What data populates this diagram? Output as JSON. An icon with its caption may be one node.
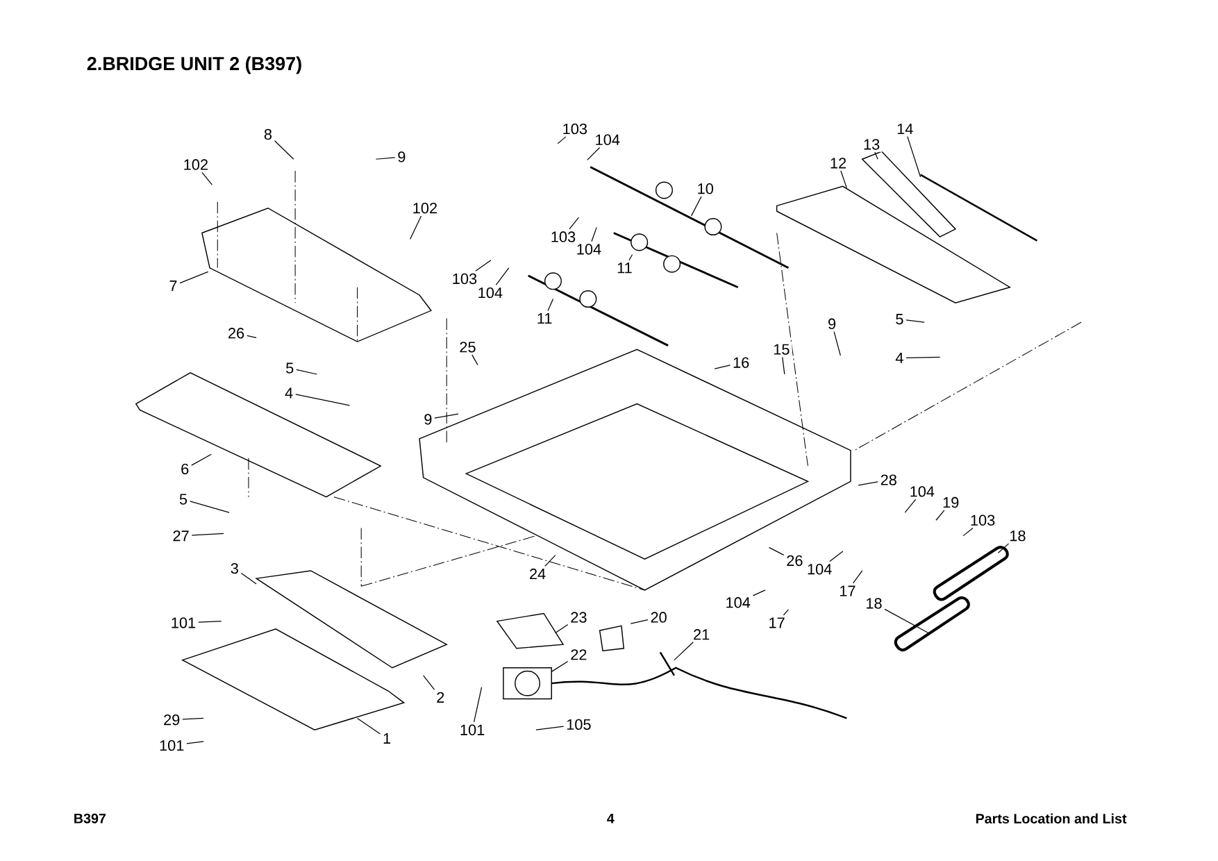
{
  "diagram": {
    "title": "2.BRIDGE UNIT 2 (B397)",
    "nodes": [
      {
        "text": [
          "8"
        ]
      },
      {
        "text": [
          "9"
        ]
      },
      {
        "text": [
          "102"
        ]
      },
      {
        "text": [
          "102"
        ]
      },
      {
        "text": [
          "7"
        ]
      },
      {
        "text": [
          "26"
        ]
      },
      {
        "text": [
          "5"
        ]
      },
      {
        "text": [
          "4"
        ]
      },
      {
        "text": [
          "6"
        ]
      },
      {
        "text": [
          "5"
        ]
      },
      {
        "text": [
          "27"
        ]
      },
      {
        "text": [
          "3"
        ]
      },
      {
        "text": [
          "101"
        ]
      },
      {
        "text": [
          "29"
        ]
      },
      {
        "text": [
          "101"
        ]
      },
      {
        "text": [
          "1"
        ]
      },
      {
        "text": [
          "2"
        ]
      },
      {
        "text": [
          "103"
        ]
      },
      {
        "text": [
          "104"
        ]
      },
      {
        "text": [
          "10"
        ]
      },
      {
        "text": [
          "103"
        ]
      },
      {
        "text": [
          "104"
        ]
      },
      {
        "text": [
          "11"
        ]
      },
      {
        "text": [
          "103"
        ]
      },
      {
        "text": [
          "104"
        ]
      },
      {
        "text": [
          "11"
        ]
      },
      {
        "text": [
          "25"
        ]
      },
      {
        "text": [
          "9"
        ]
      },
      {
        "text": [
          "16"
        ]
      },
      {
        "text": [
          "15"
        ]
      },
      {
        "text": [
          "9"
        ]
      },
      {
        "text": [
          "12"
        ]
      },
      {
        "text": [
          "13"
        ]
      },
      {
        "text": [
          "14"
        ]
      },
      {
        "text": [
          "5"
        ]
      },
      {
        "text": [
          "4"
        ]
      },
      {
        "text": [
          "28"
        ]
      },
      {
        "text": [
          "104"
        ]
      },
      {
        "text": [
          "19"
        ]
      },
      {
        "text": [
          "103"
        ]
      },
      {
        "text": [
          "18"
        ]
      },
      {
        "text": [
          "26"
        ]
      },
      {
        "text": [
          "104"
        ]
      },
      {
        "text": [
          "17"
        ]
      },
      {
        "text": [
          "18"
        ]
      },
      {
        "text": [
          "104"
        ]
      },
      {
        "text": [
          "17"
        ]
      },
      {
        "text": [
          "24"
        ]
      },
      {
        "text": [
          "23"
        ]
      },
      {
        "text": [
          "20"
        ]
      },
      {
        "text": [
          "21"
        ]
      },
      {
        "text": [
          "22"
        ]
      },
      {
        "text": [
          "101"
        ]
      },
      {
        "text": [
          "105"
        ]
      }
    ],
    "edges": [
      {
        "from": 0,
        "to": null,
        "arrow": "none"
      },
      {
        "from": 1,
        "to": null,
        "arrow": "none"
      },
      {
        "from": 2,
        "to": null,
        "arrow": "none"
      },
      {
        "from": 3,
        "to": null,
        "arrow": "none"
      },
      {
        "from": 4,
        "to": null,
        "arrow": "none"
      },
      {
        "from": 5,
        "to": null,
        "arrow": "none"
      },
      {
        "from": 6,
        "to": null,
        "arrow": "none"
      },
      {
        "from": 7,
        "to": null,
        "arrow": "none"
      },
      {
        "from": 8,
        "to": null,
        "arrow": "none"
      },
      {
        "from": 9,
        "to": null,
        "arrow": "none"
      },
      {
        "from": 10,
        "to": null,
        "arrow": "none"
      },
      {
        "from": 11,
        "to": null,
        "arrow": "none"
      },
      {
        "from": 12,
        "to": null,
        "arrow": "none"
      },
      {
        "from": 13,
        "to": null,
        "arrow": "none"
      },
      {
        "from": 14,
        "to": null,
        "arrow": "none"
      },
      {
        "from": 15,
        "to": null,
        "arrow": "none"
      },
      {
        "from": 16,
        "to": null,
        "arrow": "none"
      },
      {
        "from": 17,
        "to": null,
        "arrow": "none"
      },
      {
        "from": 18,
        "to": null,
        "arrow": "none"
      },
      {
        "from": 19,
        "to": null,
        "arrow": "none"
      },
      {
        "from": 20,
        "to": null,
        "arrow": "none"
      },
      {
        "from": 21,
        "to": null,
        "arrow": "none"
      },
      {
        "from": 22,
        "to": null,
        "arrow": "none"
      },
      {
        "from": 23,
        "to": null,
        "arrow": "none"
      },
      {
        "from": 24,
        "to": null,
        "arrow": "none"
      },
      {
        "from": 25,
        "to": null,
        "arrow": "none"
      },
      {
        "from": 26,
        "to": null,
        "arrow": "none"
      },
      {
        "from": 27,
        "to": null,
        "arrow": "none"
      },
      {
        "from": 28,
        "to": null,
        "arrow": "none"
      },
      {
        "from": 29,
        "to": null,
        "arrow": "none"
      },
      {
        "from": 30,
        "to": null,
        "arrow": "none"
      },
      {
        "from": 31,
        "to": null,
        "arrow": "none"
      },
      {
        "from": 32,
        "to": null,
        "arrow": "none"
      },
      {
        "from": 33,
        "to": null,
        "arrow": "none"
      },
      {
        "from": 34,
        "to": null,
        "arrow": "none"
      },
      {
        "from": 35,
        "to": null,
        "arrow": "none"
      },
      {
        "from": 36,
        "to": null,
        "arrow": "none"
      },
      {
        "from": 37,
        "to": null,
        "arrow": "none"
      },
      {
        "from": 38,
        "to": null,
        "arrow": "none"
      },
      {
        "from": 39,
        "to": null,
        "arrow": "none"
      },
      {
        "from": 40,
        "to": null,
        "arrow": "none"
      },
      {
        "from": 41,
        "to": null,
        "arrow": "none"
      },
      {
        "from": 42,
        "to": null,
        "arrow": "none"
      },
      {
        "from": 43,
        "to": null,
        "arrow": "none"
      },
      {
        "from": 44,
        "to": null,
        "arrow": "none"
      },
      {
        "from": 45,
        "to": null,
        "arrow": "none"
      },
      {
        "from": 46,
        "to": null,
        "arrow": "none"
      },
      {
        "from": 47,
        "to": null,
        "arrow": "none"
      },
      {
        "from": 48,
        "to": null,
        "arrow": "none"
      },
      {
        "from": 49,
        "to": null,
        "arrow": "none"
      },
      {
        "from": 50,
        "to": null,
        "arrow": "none"
      },
      {
        "from": 51,
        "to": null,
        "arrow": "none"
      },
      {
        "from": 52,
        "to": null,
        "arrow": "none"
      },
      {
        "from": 53,
        "to": null,
        "arrow": "none"
      }
    ],
    "labels": [
      "B397",
      "4",
      "Parts Location and List"
    ]
  }
}
